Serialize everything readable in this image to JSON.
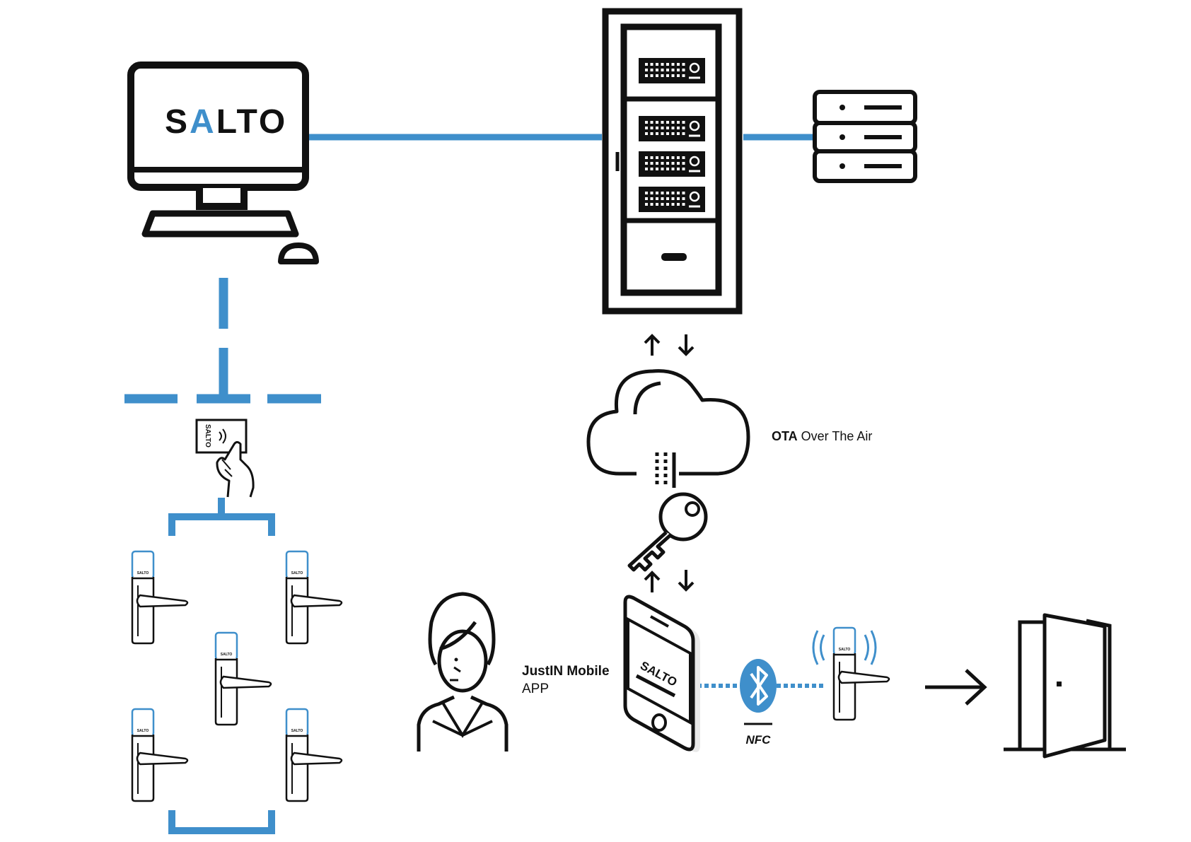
{
  "colors": {
    "accent": "#3f8fcb",
    "ink": "#111111",
    "background": "#ffffff"
  },
  "monitor": {
    "brand": "SALTO",
    "icon": "desktop-computer-icon"
  },
  "card": {
    "brand": "SALTO",
    "icon": "hand-holding-card-icon"
  },
  "server_rack": {
    "icon": "server-rack-icon"
  },
  "database": {
    "icon": "database-stack-icon"
  },
  "cloud": {
    "icon": "cloud-icon",
    "label_bold": "OTA",
    "label_rest": " Over The Air"
  },
  "key": {
    "icon": "key-icon"
  },
  "user": {
    "icon": "woman-user-icon",
    "label_line1": "JustIN Mobile",
    "label_line2": "APP"
  },
  "phone": {
    "brand": "SALTO",
    "icon": "smartphone-icon"
  },
  "connection": {
    "bluetooth_icon": "bluetooth-icon",
    "nfc_label": "NFC"
  },
  "locks": {
    "brand": "SALTO",
    "icon": "electronic-door-lock-icon"
  },
  "door": {
    "icon": "open-door-icon",
    "arrow_icon": "arrow-right-icon"
  }
}
